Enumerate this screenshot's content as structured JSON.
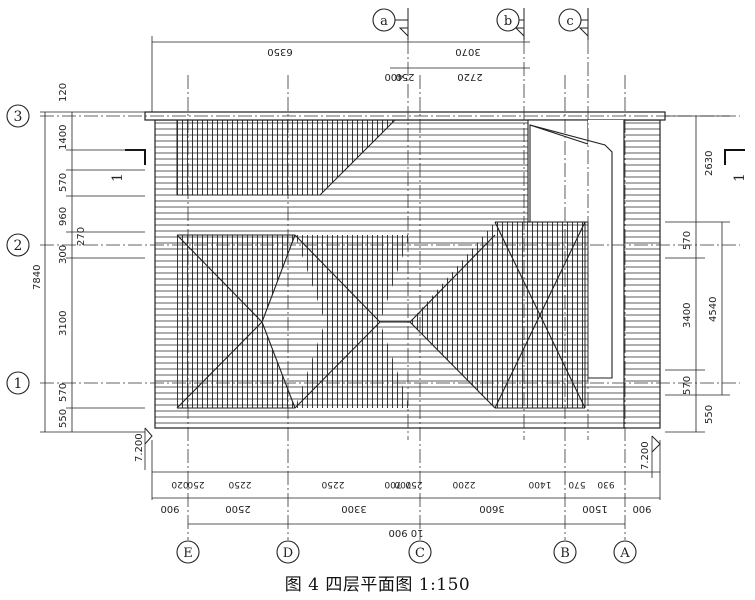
{
  "caption": "图 4   四层平面图 1:150",
  "grid_bubbles_top": [
    "a",
    "b",
    "c"
  ],
  "grid_bubbles_left": [
    "3",
    "2",
    "1"
  ],
  "grid_bubbles_bottom": [
    "E",
    "D",
    "C",
    "B",
    "A"
  ],
  "section_mark": "1",
  "elevations": [
    "7.200",
    "7.200"
  ],
  "top_dims": {
    "total": "6350",
    "left_part": "3070",
    "right_part": "2720",
    "small_a": "250",
    "small_b": "400"
  },
  "left_dims": [
    "120",
    "1400",
    "570",
    "960",
    "270",
    "300",
    "3100",
    "570",
    "550"
  ],
  "left_total": "7840",
  "right_dims": [
    "2630",
    "570",
    "3400",
    "570",
    "550"
  ],
  "right_total": "4540",
  "bottom_row1": [
    "020",
    "250",
    "2250",
    "2250",
    "700",
    "250",
    "700",
    "2200",
    "1400",
    "570",
    "930"
  ],
  "bottom_row2": [
    "900",
    "2500",
    "3300",
    "3600",
    "1500",
    "900"
  ],
  "bottom_total": "10 900"
}
